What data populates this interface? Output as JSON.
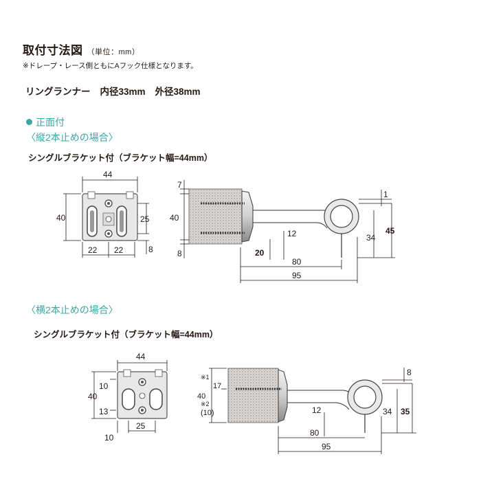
{
  "header": {
    "title": "取付寸法図",
    "unit": "（単位：mm）",
    "note": "※ドレープ・レース側ともにAフック仕様となります。"
  },
  "ring_runner": {
    "name": "リングランナー",
    "inner": "内径33mm",
    "outer": "外径38mm"
  },
  "section": {
    "front_label": "正面付",
    "case1": "〈縦2本止めの場合〉",
    "case1_sub": "シングルブラケット付（ブラケット幅=44mm）",
    "case2": "〈横2本止めの場合〉",
    "case2_sub": "シングルブラケット付（ブラケット幅=44mm）"
  },
  "diagram1": {
    "front_dims": {
      "width": "44",
      "height": "40",
      "mid": "25",
      "bottom": "8",
      "left_half": "22",
      "right_half": "22"
    },
    "side_dims": {
      "top": "7",
      "height": "40",
      "bottom": "8",
      "gap_top": "1",
      "depth": "12",
      "offset": "20",
      "reach": "80",
      "total": "95",
      "ring_low": "34",
      "ring_total": "45"
    }
  },
  "diagram2": {
    "front_dims": {
      "width": "44",
      "top": "10",
      "height": "40",
      "bottom": "13",
      "left": "10",
      "center": "25"
    },
    "side_dims": {
      "mark1": "※1",
      "v17": "17",
      "height": "40",
      "mark2": "※2",
      "v10": "(10)",
      "top": "8",
      "depth": "12",
      "reach": "80",
      "total": "95",
      "ring_low": "34",
      "ring_total": "35"
    }
  }
}
